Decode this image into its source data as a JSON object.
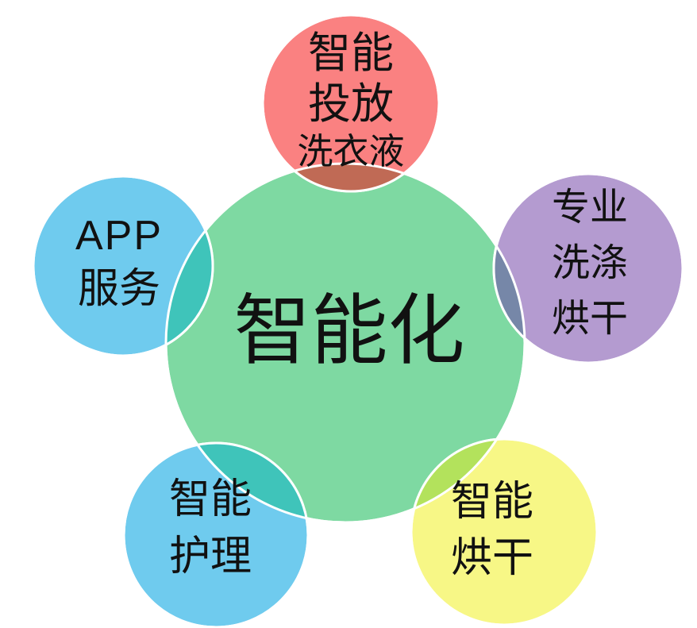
{
  "background": "#ffffff",
  "text_color": "#111111",
  "diagram": {
    "center": {
      "label": "智能化",
      "color": "#7ED9A2"
    },
    "nodes": [
      {
        "id": "smart-dispense-detergent",
        "position": "top",
        "lines": [
          "智能",
          "投放",
          "洗衣液"
        ],
        "color": "#FA8181",
        "overlap_color": "#C06A55"
      },
      {
        "id": "professional-wash-dry",
        "position": "top-right",
        "lines": [
          "专业",
          "洗涤",
          "烘干"
        ],
        "color": "#B49BD0",
        "overlap_color": "#7687A8"
      },
      {
        "id": "smart-dry",
        "position": "bottom-right",
        "lines": [
          "智能",
          "烘干"
        ],
        "color": "#F7F786",
        "overlap_color": "#B3E25C"
      },
      {
        "id": "smart-care",
        "position": "bottom-left",
        "lines": [
          "智能",
          "护理"
        ],
        "color": "#6FCBEE",
        "overlap_color": "#3FC4BA"
      },
      {
        "id": "app-service",
        "position": "top-left",
        "lines": [
          "APP",
          "服务"
        ],
        "color": "#6FCBEE",
        "overlap_color": "#3FC4BA"
      }
    ],
    "outline_color": "#ffffff"
  }
}
